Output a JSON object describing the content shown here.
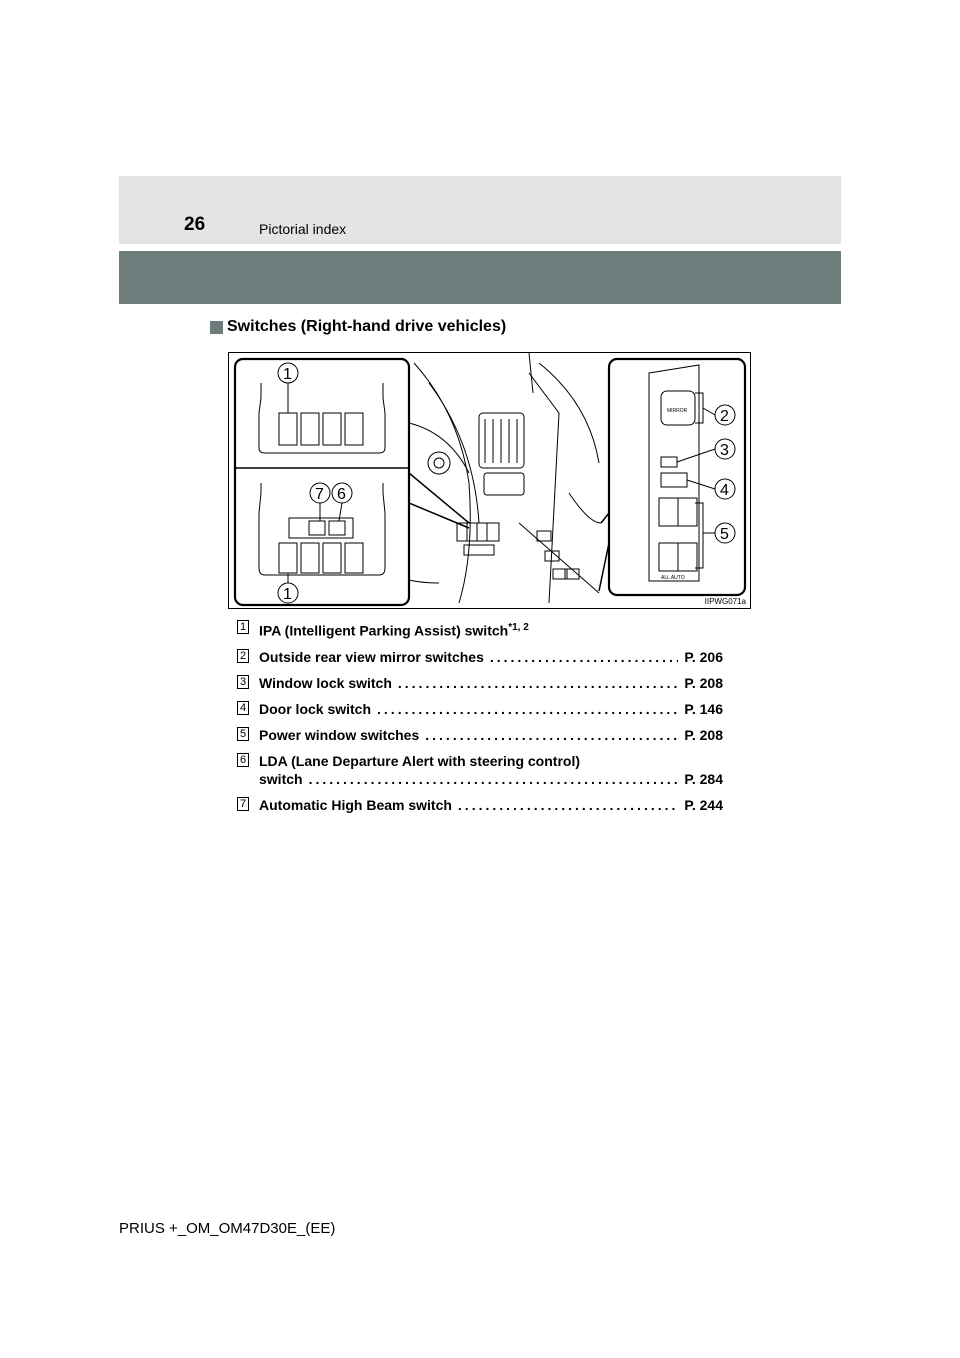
{
  "header": {
    "page_number": "26",
    "section": "Pictorial index"
  },
  "subheading": "Switches (Right-hand drive vehicles)",
  "figure": {
    "code": "IIPWG071a",
    "callouts": [
      "1",
      "2",
      "3",
      "4",
      "5",
      "6",
      "7"
    ],
    "mirror_label": "MIRROR",
    "all_auto_label": "ALL AUTO"
  },
  "items": [
    {
      "num": "1",
      "label": "IPA (Intelligent Parking Assist) switch",
      "sup": "*1, 2",
      "page": ""
    },
    {
      "num": "2",
      "label": "Outside rear view mirror switches",
      "page": "P. 206"
    },
    {
      "num": "3",
      "label": "Window lock switch",
      "page": "P. 208"
    },
    {
      "num": "4",
      "label": "Door lock switch",
      "page": "P. 146"
    },
    {
      "num": "5",
      "label": "Power window switches",
      "page": "P. 208"
    },
    {
      "num": "6",
      "label_line1": "LDA (Lane Departure Alert with steering control)",
      "label": "switch",
      "page": "P. 284"
    },
    {
      "num": "7",
      "label": "Automatic High Beam switch",
      "page": "P. 244"
    }
  ],
  "footer": "PRIUS +_OM_OM47D30E_(EE)"
}
